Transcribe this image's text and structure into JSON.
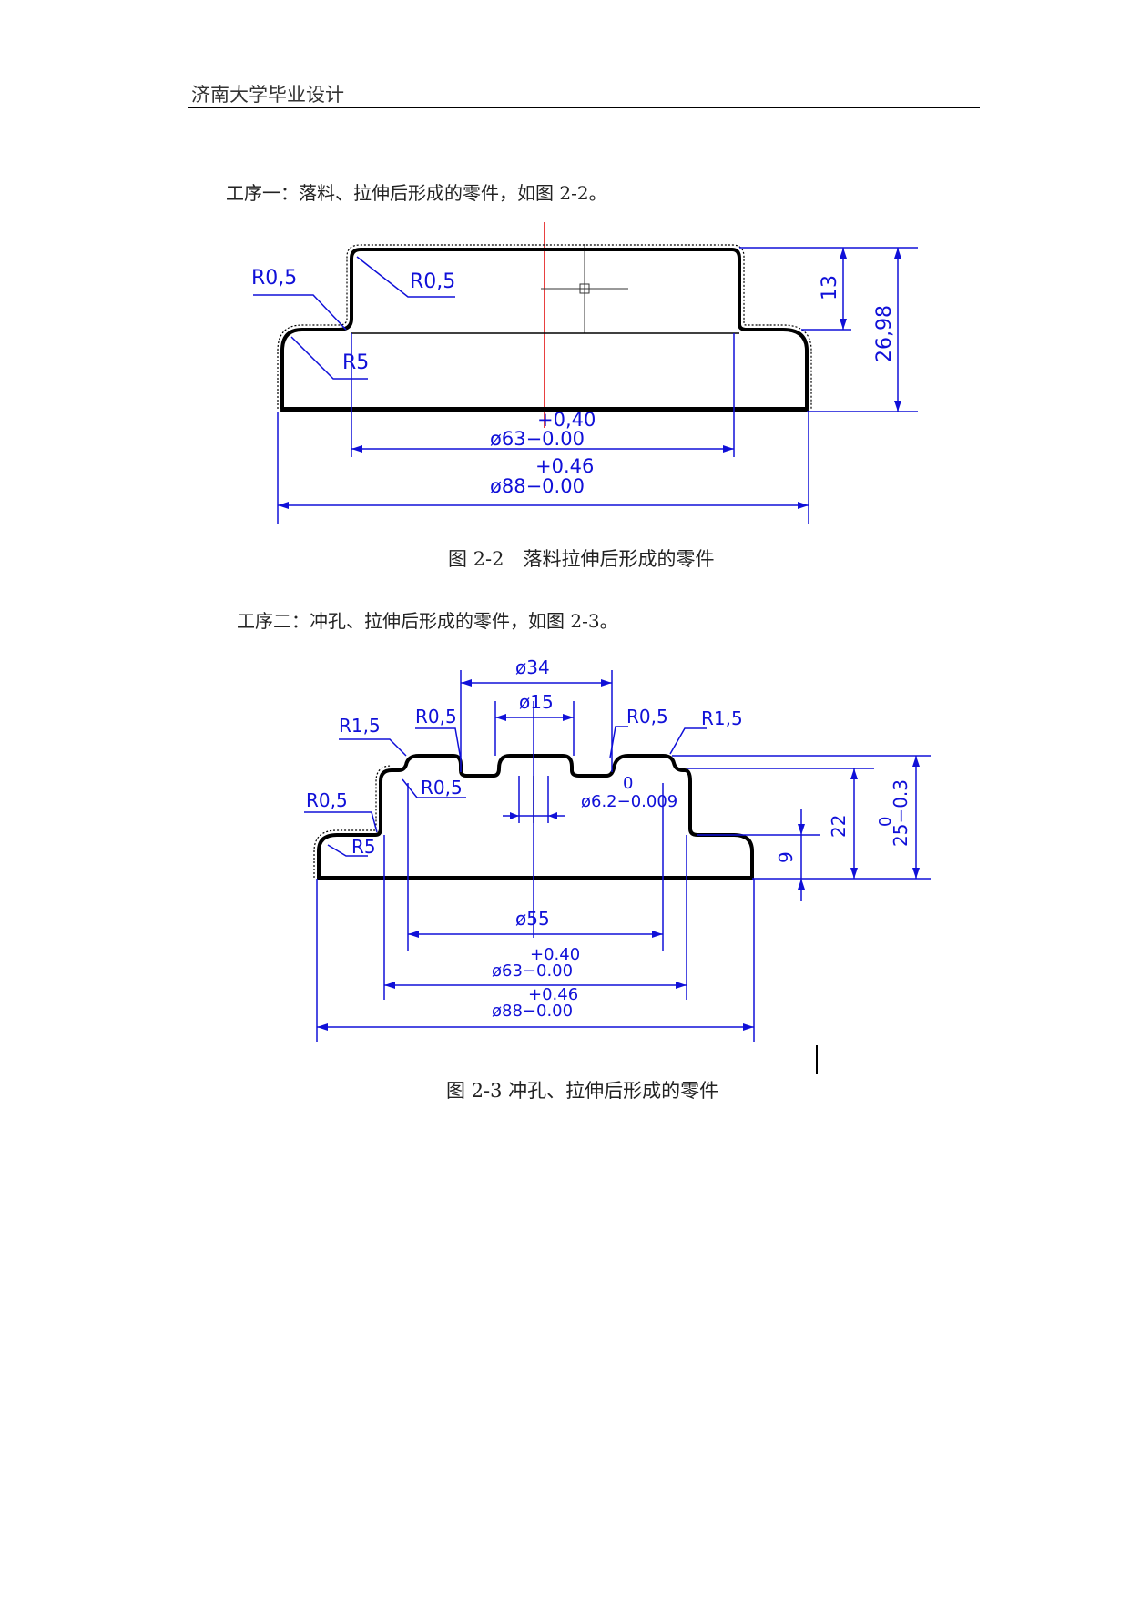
{
  "header": {
    "title": "济南大学毕业设计"
  },
  "process1": {
    "text": "工序一：落料、拉伸后形成的零件，如图 2-2。"
  },
  "figure1": {
    "caption": "图 2-2　落料拉伸后形成的零件",
    "labels": {
      "r1": "R0,5",
      "r2": "R0,5",
      "r3": "R5",
      "h_top": "13",
      "h_total": "26,98",
      "d63_tol_upper": "+0,40",
      "d63": "ø63−0.00",
      "d88_tol_upper": "+0.46",
      "d88": "ø88−0.00"
    }
  },
  "process2": {
    "text": "工序二：冲孔、拉伸后形成的零件，如图 2-3。"
  },
  "figure2": {
    "caption": "图 2-3 冲孔、拉伸后形成的零件",
    "labels": {
      "d34": "ø34",
      "d15": "ø15",
      "r15_left": "R1,5",
      "r05_a": "R0,5",
      "r05_b": "R0,5",
      "r15_right": "R1,5",
      "r05_inner": "R0,5",
      "r05_left": "R0,5",
      "r5": "R5",
      "tol_zero": "0",
      "d62": "ø6.2−0.009",
      "h22": "22",
      "h9": "9",
      "h25_tol": "0",
      "h25": "25−0.3",
      "d55": "ø55",
      "d63_tol_upper": "+0.40",
      "d63": "ø63−0.00",
      "d88_tol_upper": "+0.46",
      "d88": "ø88−0.00"
    }
  }
}
